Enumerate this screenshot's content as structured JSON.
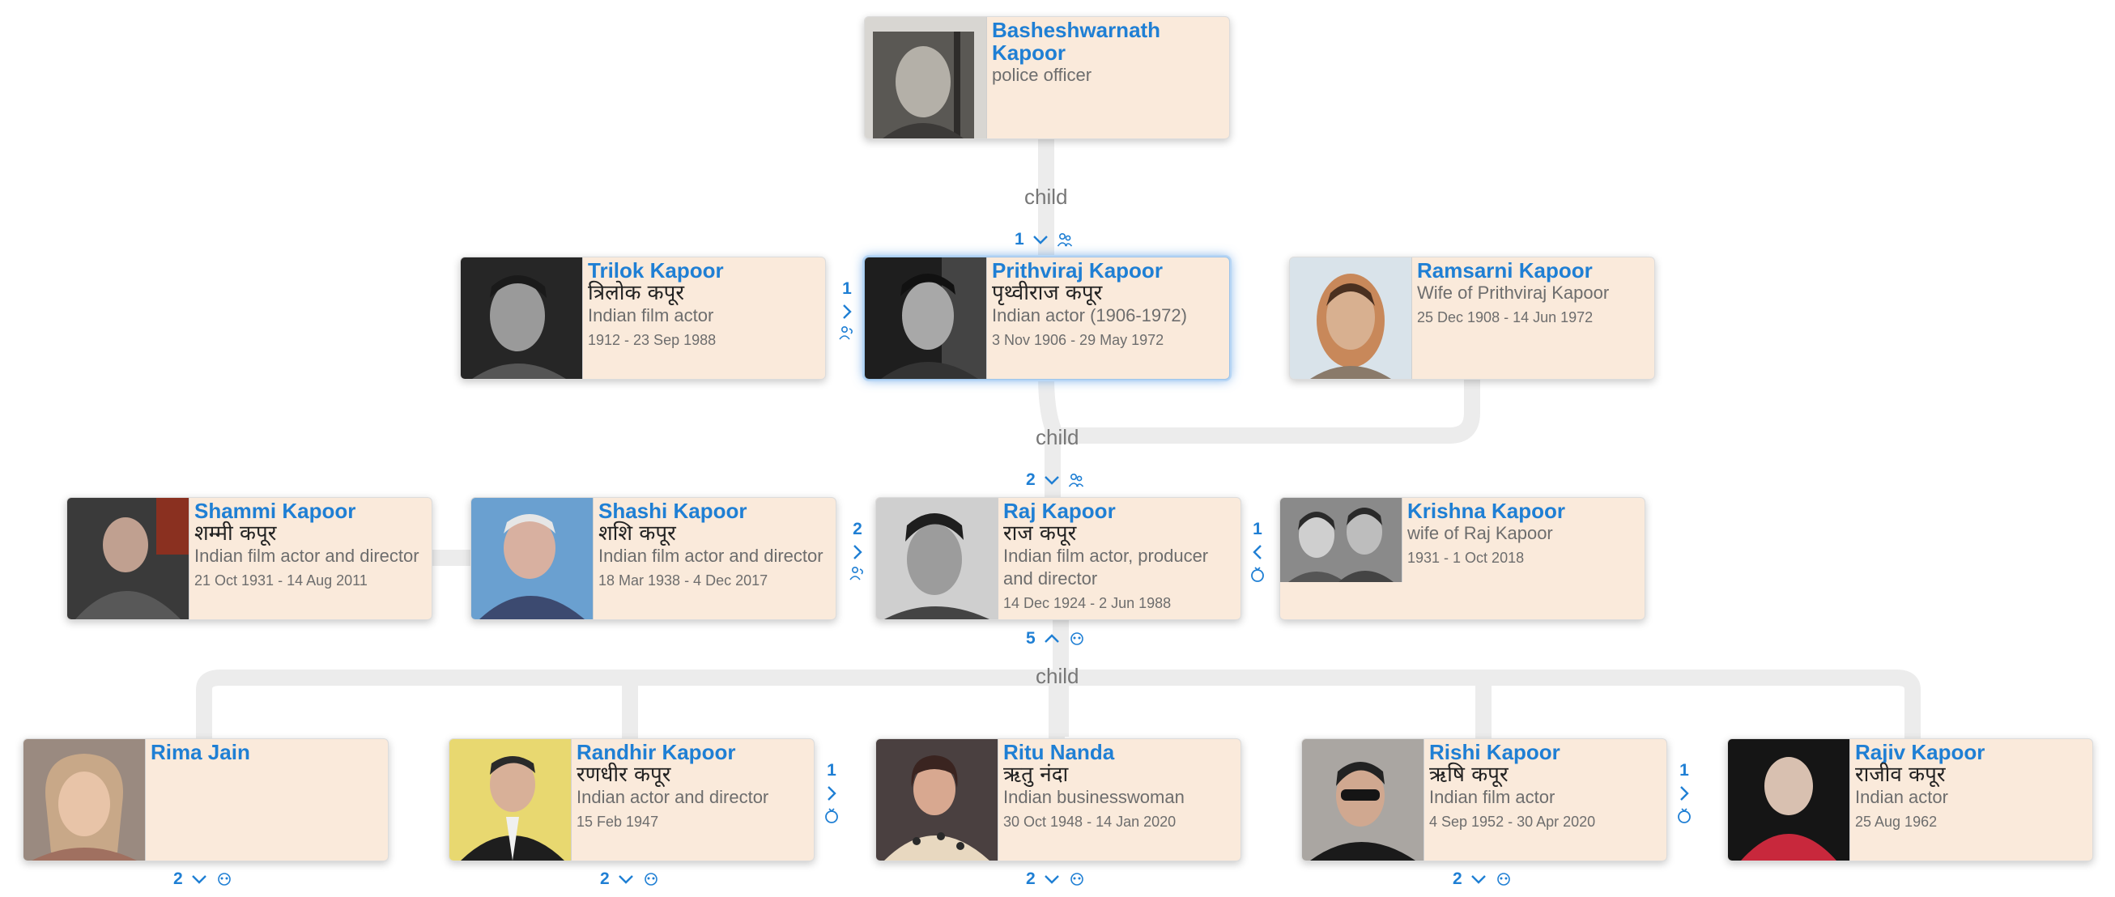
{
  "edge_label": "child",
  "people": {
    "basheshwarnath": {
      "name": "Basheshwarnath Kapoor",
      "native": "",
      "desc": "police officer",
      "dates": ""
    },
    "trilok": {
      "name": "Trilok Kapoor",
      "native": "त्रिलोक कपूर",
      "desc": "Indian film actor",
      "dates": "1912 - 23 Sep 1988"
    },
    "prithviraj": {
      "name": "Prithviraj Kapoor",
      "native": "पृथ्वीराज कपूर",
      "desc": "Indian actor (1906-1972)",
      "dates": "3 Nov 1906 - 29 May 1972"
    },
    "ramsarni": {
      "name": "Ramsarni Kapoor",
      "native": "",
      "desc": "Wife of Prithviraj Kapoor",
      "dates": "25 Dec 1908 - 14 Jun 1972"
    },
    "shammi": {
      "name": "Shammi Kapoor",
      "native": "शम्मी कपूर",
      "desc": "Indian film actor and director",
      "dates": "21 Oct 1931 - 14 Aug 2011"
    },
    "shashi": {
      "name": "Shashi Kapoor",
      "native": "शशि कपूर",
      "desc": "Indian film actor and director",
      "dates": "18 Mar 1938 - 4 Dec 2017"
    },
    "raj": {
      "name": "Raj Kapoor",
      "native": "राज कपूर",
      "desc": "Indian film actor, producer and director",
      "dates": "14 Dec 1924 - 2 Jun 1988"
    },
    "krishna": {
      "name": "Krishna Kapoor",
      "native": "",
      "desc": "wife of Raj Kapoor",
      "dates": "1931 - 1 Oct 2018"
    },
    "rima": {
      "name": "Rima Jain",
      "native": "",
      "desc": "",
      "dates": ""
    },
    "randhir": {
      "name": "Randhir Kapoor",
      "native": "रणधीर कपूर",
      "desc": "Indian actor and director",
      "dates": "15 Feb 1947"
    },
    "ritu": {
      "name": "Ritu Nanda",
      "native": "ऋतु नंदा",
      "desc": "Indian businesswoman",
      "dates": "30 Oct 1948 - 14 Jan 2020"
    },
    "rishi": {
      "name": "Rishi Kapoor",
      "native": "ऋषि कपूर",
      "desc": "Indian film actor",
      "dates": "4 Sep 1952 - 30 Apr 2020"
    },
    "rajiv": {
      "name": "Rajiv Kapoor",
      "native": "राजीव कपूर",
      "desc": "Indian actor",
      "dates": "25 Aug 1962"
    }
  },
  "controls": {
    "prithviraj_parents_count": "1",
    "raj_parents_count": "2",
    "raj_children_count": "5",
    "trilok_siblings_count": "1",
    "shashi_siblings_count": "2",
    "krishna_spouse_count": "1",
    "randhir_spouse_count": "1",
    "rishi_spouse_count": "1",
    "rima_children_count": "2",
    "randhir_children_count": "2",
    "ritu_children_count": "2",
    "rishi_children_count": "2"
  },
  "colors": {
    "card_bg": "#faeadb",
    "name": "#1f7fd4",
    "connector": "#ececec",
    "focus_glow": "#4a8fdc"
  }
}
